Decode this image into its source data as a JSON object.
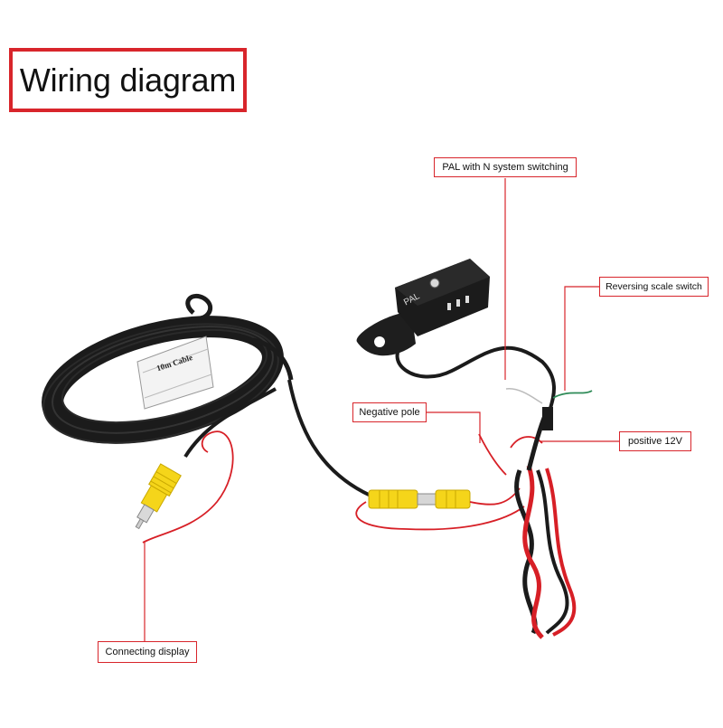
{
  "title": "Wiring diagram",
  "cable_tag": "10m Cable",
  "camera_badge": "PAL",
  "labels": {
    "pal_switch": "PAL with N system switching",
    "reversing_switch": "Reversing scale switch",
    "negative_pole": "Negative pole",
    "positive_12v": "positive 12V",
    "connecting_display": "Connecting display"
  },
  "colors": {
    "callout": "#d8252b",
    "cable": "#1a1a1a",
    "rca_yellow": "#f5d51a",
    "red_wire": "#d71f26",
    "green_wire": "#2e8b57"
  }
}
